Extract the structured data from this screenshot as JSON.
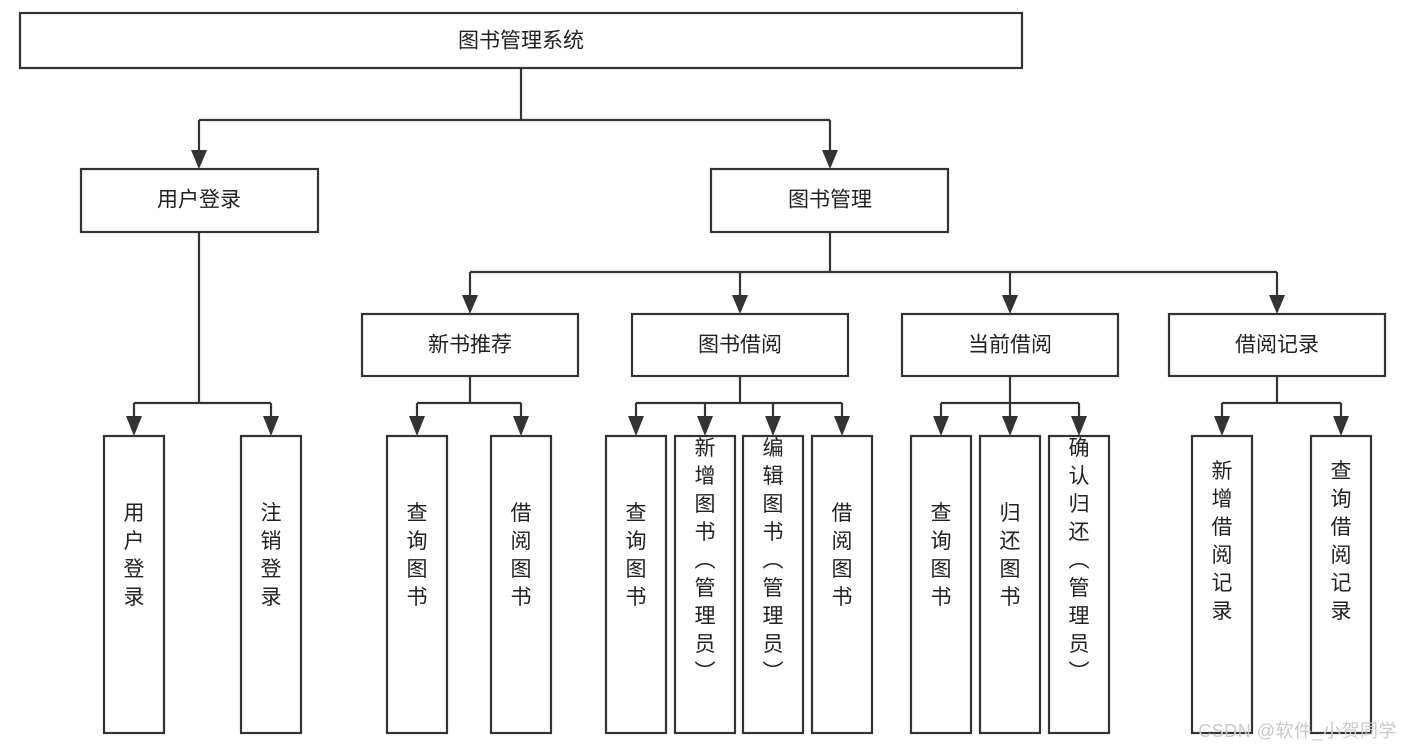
{
  "diagram": {
    "title": "图书管理系统",
    "type": "tree-hierarchy",
    "watermark": "CSDN @软件_小贺同学",
    "colors": {
      "node_fill": "#ffffff",
      "node_stroke": "#333333",
      "text": "#222222",
      "watermark": "#c9c9c9",
      "background": "#ffffff"
    },
    "root": {
      "label": "图书管理系统"
    },
    "level2": [
      {
        "id": "user-login",
        "label": "用户登录"
      },
      {
        "id": "book-manage",
        "label": "图书管理"
      }
    ],
    "level3": [
      {
        "id": "new-book-recommend",
        "label": "新书推荐",
        "parent": "book-manage"
      },
      {
        "id": "book-borrow",
        "label": "图书借阅",
        "parent": "book-manage"
      },
      {
        "id": "current-borrow",
        "label": "当前借阅",
        "parent": "book-manage"
      },
      {
        "id": "borrow-record",
        "label": "借阅记录",
        "parent": "book-manage"
      }
    ],
    "leaves": {
      "user-login": [
        {
          "id": "leaf-user-login",
          "label": "用户登录"
        },
        {
          "id": "leaf-user-logout",
          "label": "注销登录"
        }
      ],
      "new-book-recommend": [
        {
          "id": "leaf-query-book-1",
          "label": "查询图书"
        },
        {
          "id": "leaf-borrow-book-1",
          "label": "借阅图书"
        }
      ],
      "book-borrow": [
        {
          "id": "leaf-query-book-2",
          "label": "查询图书"
        },
        {
          "id": "leaf-add-book",
          "label": "新增图书（管理员）"
        },
        {
          "id": "leaf-edit-book",
          "label": "编辑图书（管理员）"
        },
        {
          "id": "leaf-borrow-book-2",
          "label": "借阅图书"
        }
      ],
      "current-borrow": [
        {
          "id": "leaf-query-book-3",
          "label": "查询图书"
        },
        {
          "id": "leaf-return-book",
          "label": "归还图书"
        },
        {
          "id": "leaf-confirm-return",
          "label": "确认归还（管理员）"
        }
      ],
      "borrow-record": [
        {
          "id": "leaf-add-record",
          "label": "新增借阅记录"
        },
        {
          "id": "leaf-query-record",
          "label": "查询借阅记录"
        }
      ]
    }
  }
}
